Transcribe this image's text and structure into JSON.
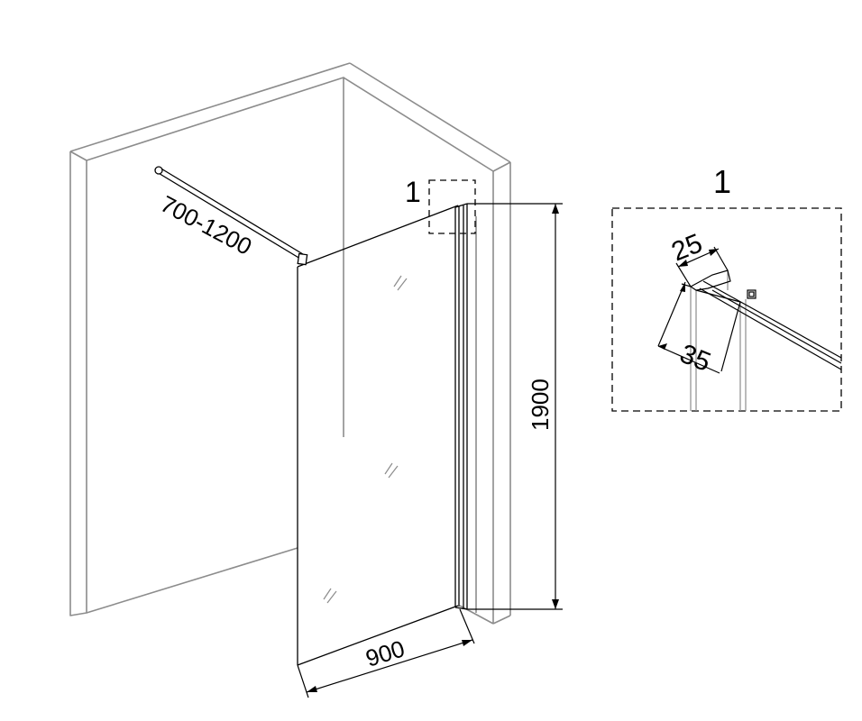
{
  "labels": {
    "detail_marker": "1",
    "detail_title": "1",
    "rod_length": "700-1200",
    "panel_height": "1900",
    "panel_width": "900",
    "profile_width": "25",
    "profile_depth": "35"
  },
  "colors": {
    "wall_stroke": "#8c8c8c",
    "line": "#000000",
    "background": "#ffffff"
  }
}
